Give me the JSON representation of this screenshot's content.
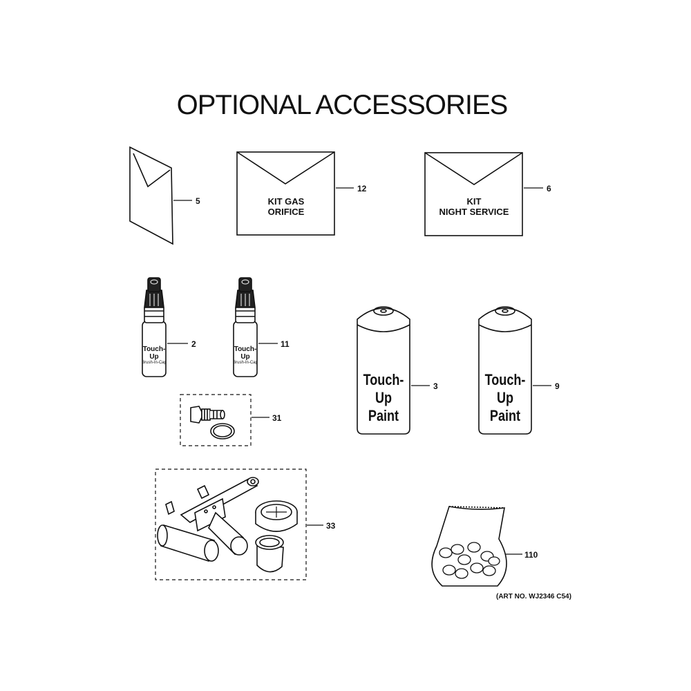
{
  "title": "OPTIONAL ACCESSORIES",
  "art_number": "(ART NO. WJ2346 C54)",
  "envelopes": {
    "gas_orifice": {
      "line1": "KIT GAS",
      "line2": "ORIFICE"
    },
    "night_service": {
      "line1": "KIT",
      "line2": "NIGHT SERVICE"
    }
  },
  "brush_label": {
    "main": "Touch-Up",
    "sub": "Brush-In-Cap"
  },
  "can_label": {
    "line1": "Touch-Up",
    "line2": "Paint"
  },
  "callouts": {
    "c5": "5",
    "c12": "12",
    "c6": "6",
    "c2": "2",
    "c11": "11",
    "c3": "3",
    "c9": "9",
    "c31": "31",
    "c33": "33",
    "c110": "110"
  }
}
